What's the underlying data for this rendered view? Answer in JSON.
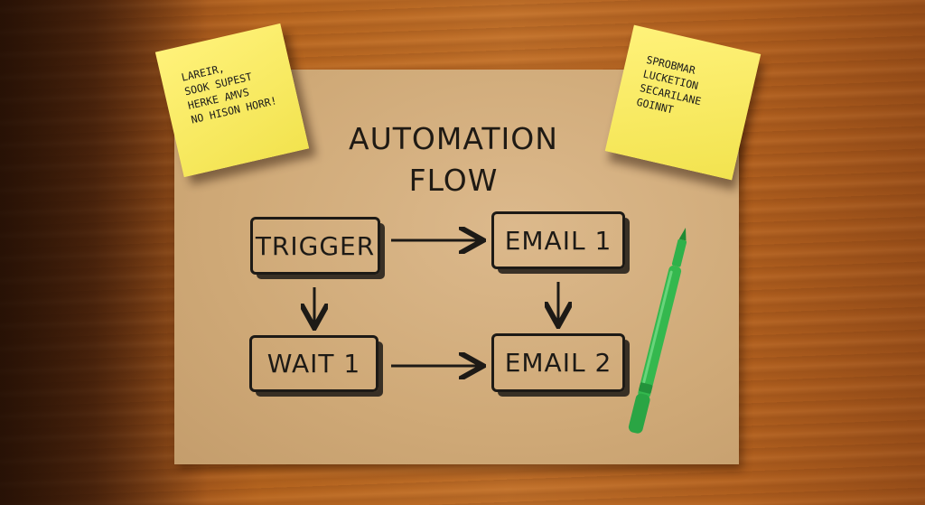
{
  "board": {
    "title_line1": "AUTOMATION",
    "title_line2": "FLOW"
  },
  "nodes": {
    "trigger": "TRIGGER",
    "email1": "EMAIL 1",
    "wait1": "WAIT 1",
    "email2": "EMAIL 2"
  },
  "notes": {
    "left": [
      "LAREIR,",
      "SOOK SUPEST",
      "HERKE AMVS",
      "NO HISON HORR!"
    ],
    "right": [
      "SPROBMAR",
      "LUCKETION",
      "SECARILANE",
      "GOINNT"
    ]
  },
  "colors": {
    "paper": "#d4b07f",
    "ink": "#1d1a16",
    "sticky_note": "#f5e65a",
    "pen": "#2fb14a",
    "desk": "#b8661f"
  },
  "icons": {
    "pen": "green-marker-icon"
  }
}
